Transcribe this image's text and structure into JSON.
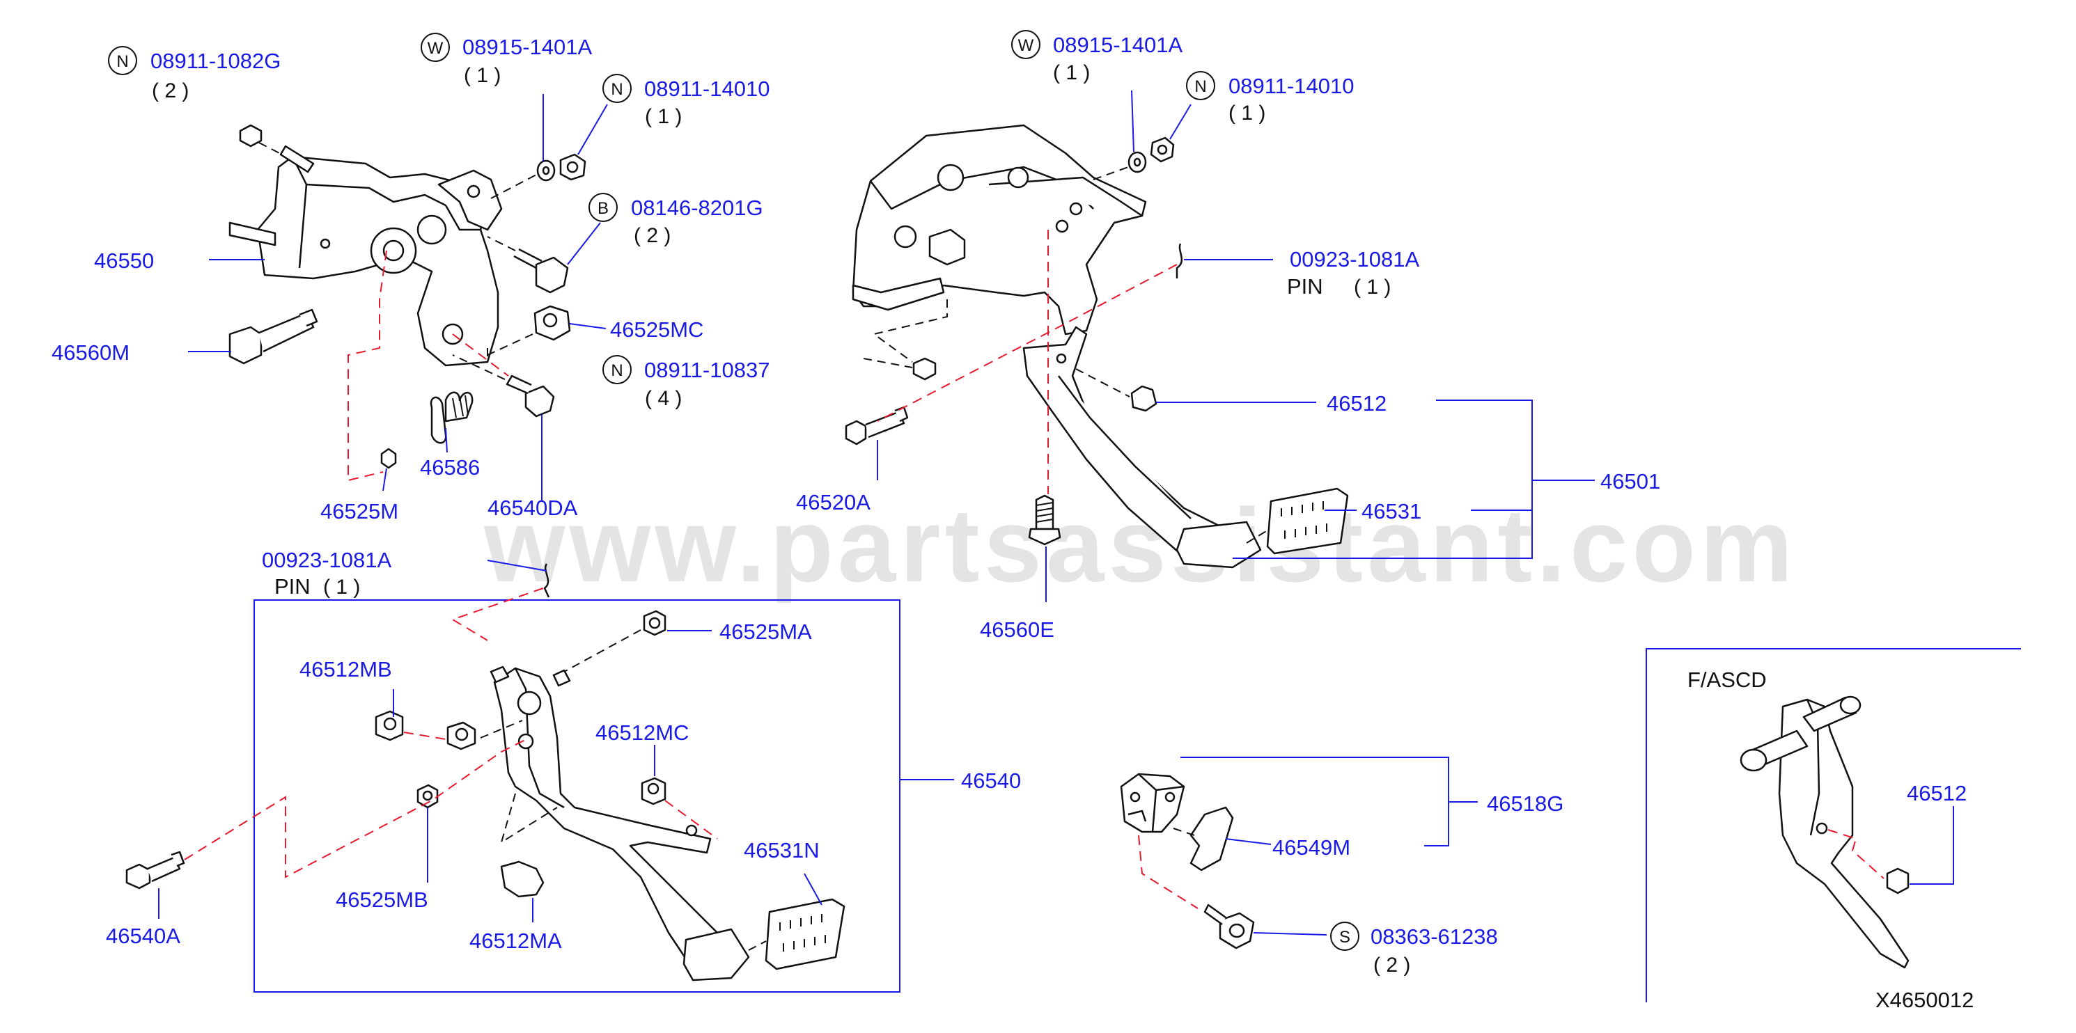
{
  "diagram_code": "X4650012",
  "watermark": "www.partsassistant.com",
  "labels": {
    "p46550": "46550",
    "p46560M": "46560M",
    "p46586": "46586",
    "p46525M": "46525M",
    "p46540DA": "46540DA",
    "p46525MC": "46525MC",
    "p46512": "46512",
    "p46501": "46501",
    "p46531": "46531",
    "p46520A": "46520A",
    "p46560E": "46560E",
    "p46525MA": "46525MA",
    "p46512MB": "46512MB",
    "p46512MC": "46512MC",
    "p46540": "46540",
    "p46531N": "46531N",
    "p46525MB": "46525MB",
    "p46512MA": "46512MA",
    "p46540A": "46540A",
    "p46518G": "46518G",
    "p46549M": "46549M",
    "p46512_ascd": "46512",
    "fascd": "F/ASCD"
  },
  "fasteners": [
    {
      "code": "N",
      "part": "08911-1082G",
      "qty": "( 2 )"
    },
    {
      "code": "W",
      "part": "08915-1401A",
      "qty": "( 1 )"
    },
    {
      "code": "N",
      "part": "08911-14010",
      "qty": "( 1 )"
    },
    {
      "code": "B",
      "part": "08146-8201G",
      "qty": "( 2 )"
    },
    {
      "code": "N",
      "part": "08911-10837",
      "qty": "( 4 )"
    },
    {
      "code": "W",
      "part": "08915-1401A",
      "qty": "( 1 )"
    },
    {
      "code": "N",
      "part": "08911-14010",
      "qty": "( 1 )"
    },
    {
      "code": "S",
      "part": "08363-61238",
      "qty": "( 2 )"
    }
  ],
  "pins": [
    {
      "part": "00923-1081A",
      "desc": "PIN",
      "qty": "( 1 )"
    },
    {
      "part": "00923-1081A",
      "desc": "PIN",
      "qty": "( 1 )"
    }
  ]
}
